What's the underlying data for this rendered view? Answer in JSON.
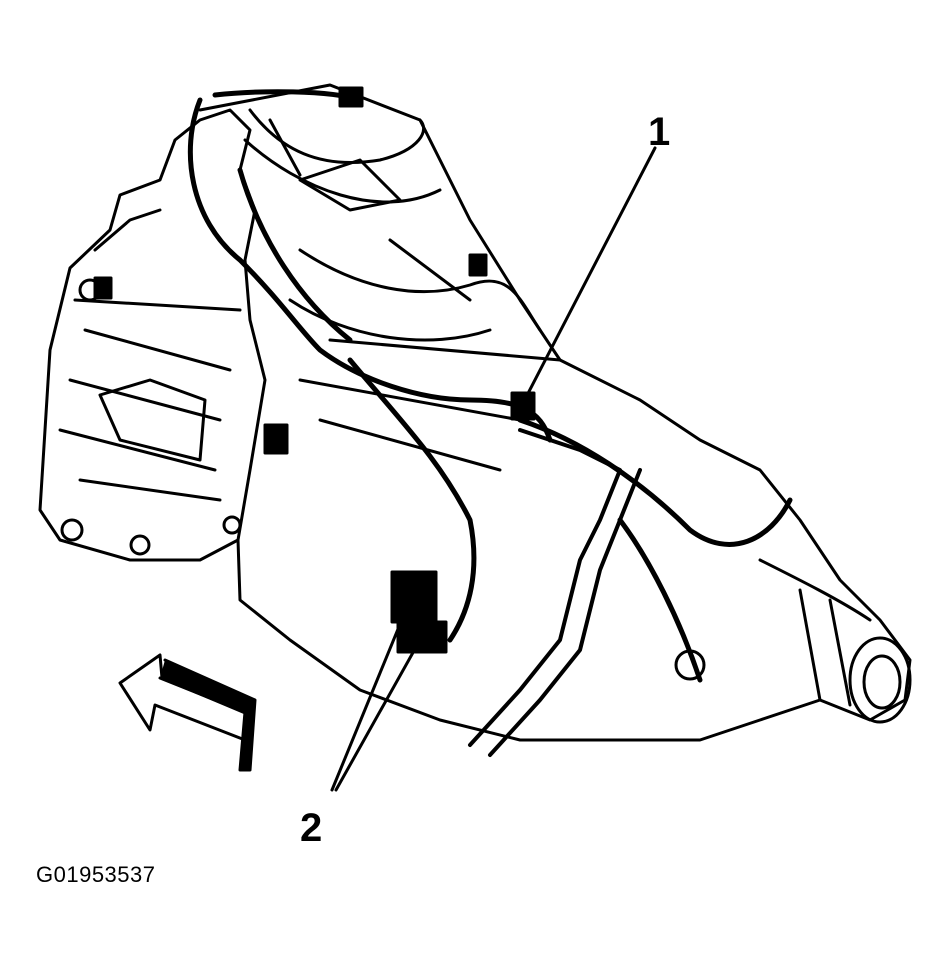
{
  "figure": {
    "id": "G01953537",
    "callouts": [
      "1",
      "2"
    ]
  },
  "colors": {
    "ink": "#000000",
    "background": "#ffffff"
  }
}
